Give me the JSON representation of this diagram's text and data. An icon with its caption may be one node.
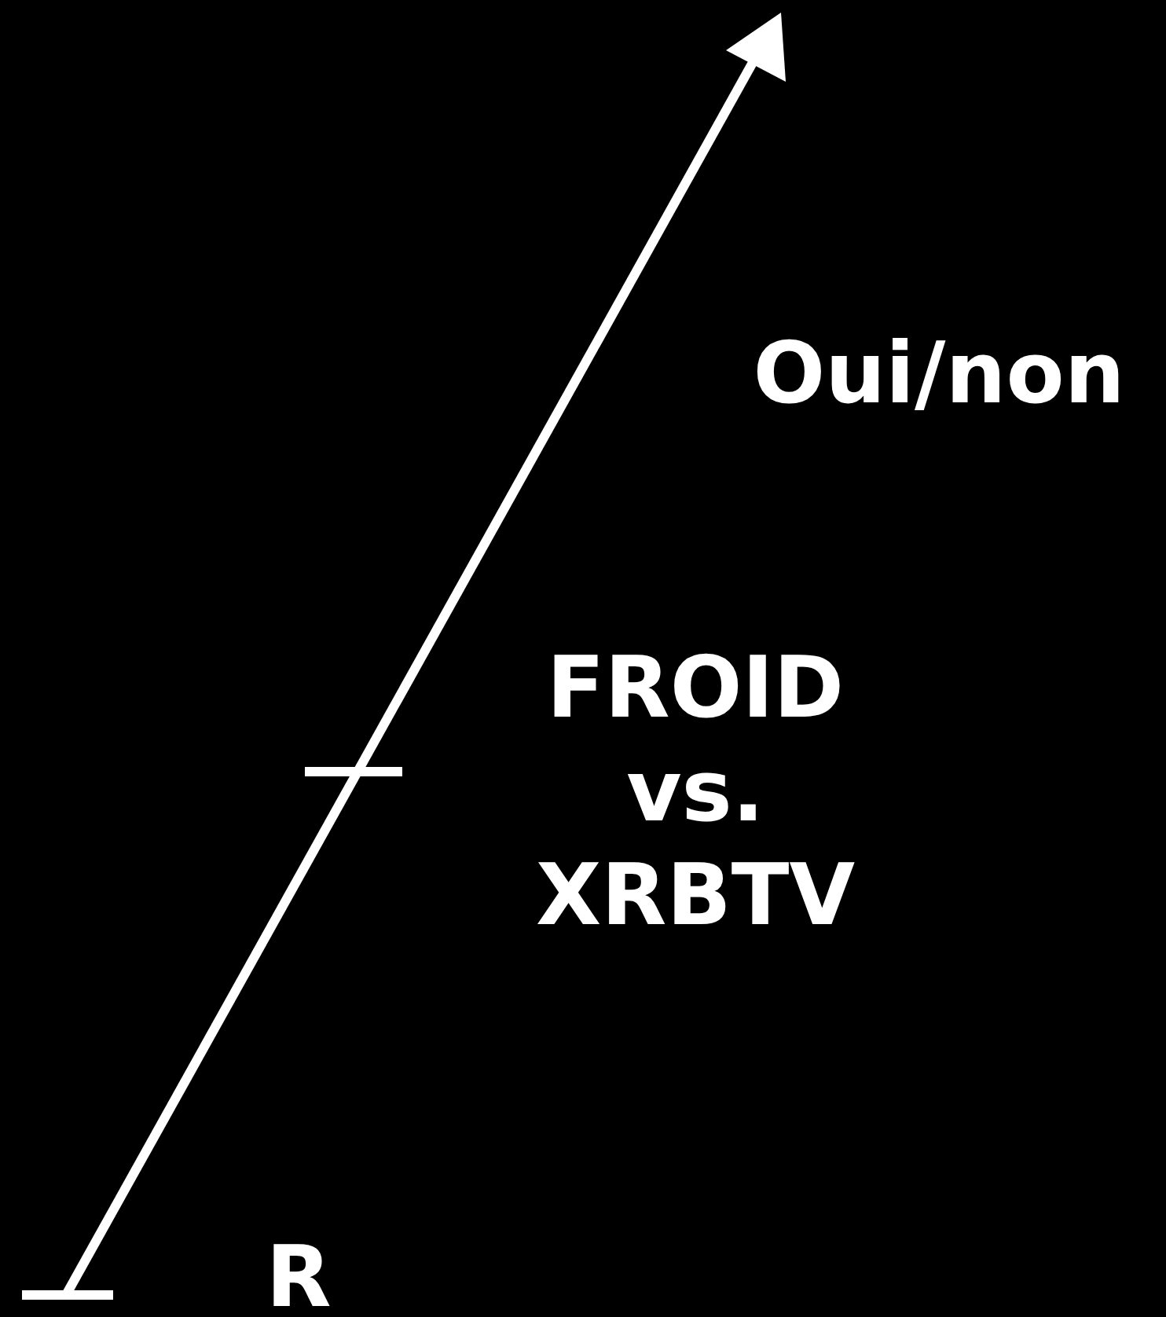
{
  "diagram": {
    "labels": [
      "Oui/non",
      "FROID vs. XRBTV",
      "R"
    ]
  }
}
